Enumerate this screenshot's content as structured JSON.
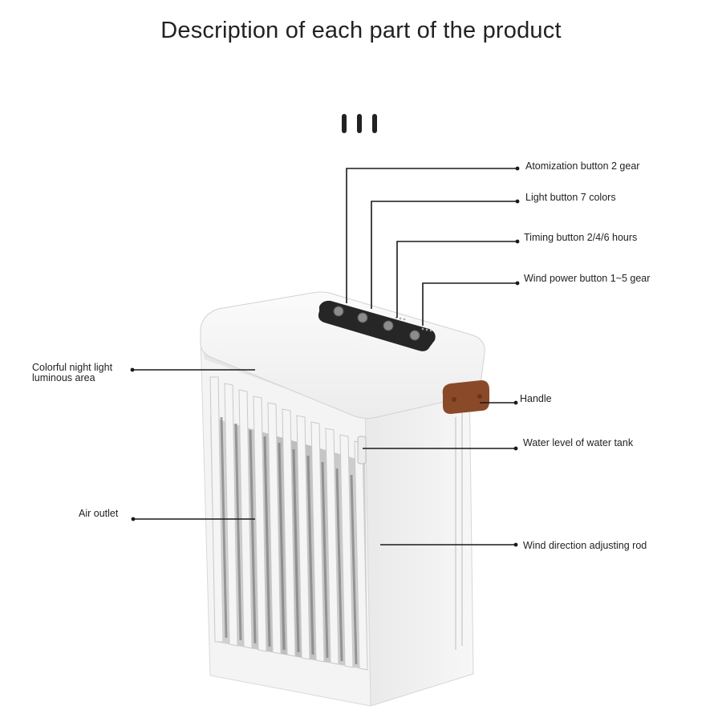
{
  "title": "Description of each part of the product",
  "decor": {
    "dashes": 3
  },
  "labels": {
    "atomization": "Atomization button 2 gear",
    "light": "Light button 7 colors",
    "timing": "Timing button 2/4/6 hours",
    "wind_power": "Wind power button 1~5 gear",
    "night_light_line1": "Colorful night light",
    "night_light_line2": "luminous area",
    "handle": "Handle",
    "water_level": "Water level of water tank",
    "air_outlet": "Air outlet",
    "wind_direction": "Wind direction adjusting rod"
  },
  "colors": {
    "line": "#1a1a1a",
    "body": "#f3f3f3",
    "panel": "#2a2a2a",
    "handle": "#8a4a2a"
  }
}
